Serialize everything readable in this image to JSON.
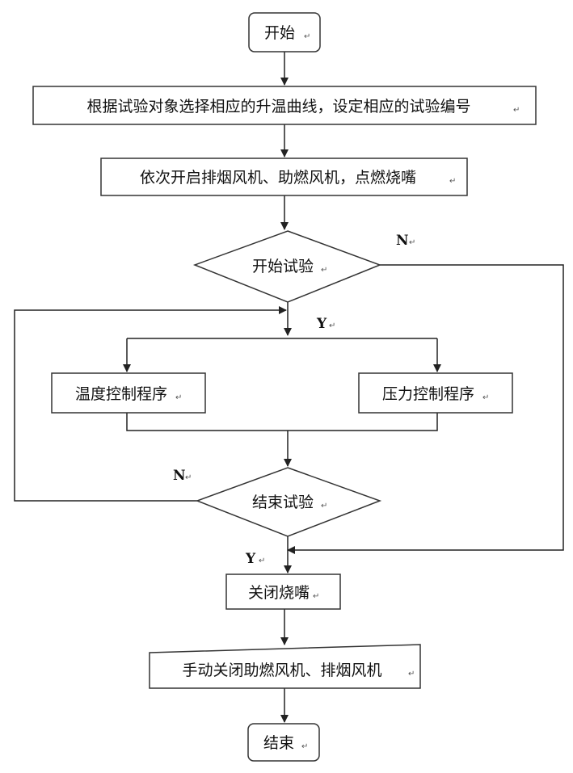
{
  "flowchart": {
    "start": "开始",
    "select_curve": "根据试验对象选择相应的升温曲线，设定相应的试验编号",
    "start_fans": "依次开启排烟风机、助燃风机，点燃烧嘴",
    "start_test_decision": "开始试验",
    "temp_control": "温度控制程序",
    "pressure_control": "压力控制程序",
    "end_test_decision": "结束试验",
    "close_burner": "关闭烧嘴",
    "close_fans": "手动关闭助燃风机、排烟风机",
    "end": "结束",
    "label_no_start": "N",
    "label_yes_start": "Y",
    "label_no_end": "N",
    "label_yes_end": "Y",
    "return_mark": "↵"
  }
}
